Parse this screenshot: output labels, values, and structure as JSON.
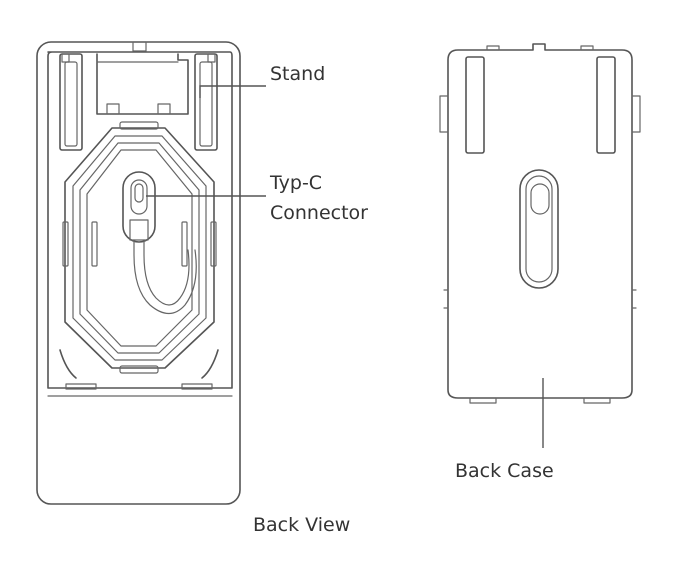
{
  "labels": {
    "stand": "Stand",
    "typec_line1": "Typ-C",
    "typec_line2": "Connector",
    "back_case": "Back Case",
    "back_view": "Back View"
  },
  "colors": {
    "stroke": "#555555",
    "text": "#333333",
    "background": "#ffffff"
  }
}
